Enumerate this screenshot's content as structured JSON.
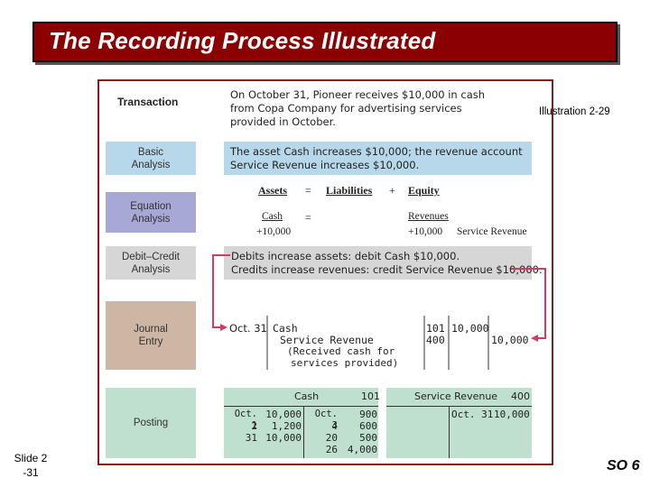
{
  "slide": {
    "title": "The Recording Process Illustrated",
    "illustration": "Illustration 2-29",
    "slide_number": "Slide 2\n-31",
    "so": "SO 6"
  },
  "transaction": {
    "label": "Transaction",
    "text": "On October 31, Pioneer receives $10,000 in cash from Copa Company for advertising services provided in October."
  },
  "basic": {
    "label": "Basic\nAnalysis",
    "line1": "The asset Cash increases $10,000; the revenue account",
    "line2": "Service Revenue increases $10,000."
  },
  "equation": {
    "label": "Equation\nAnalysis",
    "assets": "Assets",
    "eq": "=",
    "liabilities": "Liabilities",
    "plus": "+",
    "equity": "Equity",
    "cash": "Cash",
    "eq2": "=",
    "revenues": "Revenues",
    "cash_amt": "+10,000",
    "rev_amt": "+10,000",
    "service_revenue": "Service Revenue"
  },
  "debit_credit": {
    "label": "Debit–Credit\nAnalysis",
    "line1": "Debits increase assets: debit Cash $10,000.",
    "line2": "Credits increase revenues: credit Service Revenue $10,000."
  },
  "journal": {
    "label": "Journal\nEntry",
    "date": "Oct. 31",
    "debit_account": "Cash",
    "credit_account": "Service Revenue",
    "expl1": "(Received cash for",
    "expl2": "services provided)",
    "ref1": "101",
    "ref2": "400",
    "debit_amt": "10,000",
    "credit_amt": "10,000"
  },
  "posting": {
    "label": "Posting",
    "cash_title": "Cash",
    "cash_no": "101",
    "cash_left": [
      {
        "date": "Oct. 1",
        "amt": "10,000"
      },
      {
        "date": "2",
        "amt": "1,200"
      },
      {
        "date": "31",
        "amt": "10,000"
      }
    ],
    "cash_right": [
      {
        "date": "Oct. 3",
        "amt": "900"
      },
      {
        "date": "4",
        "amt": "600"
      },
      {
        "date": "20",
        "amt": "500"
      },
      {
        "date": "26",
        "amt": "4,000"
      }
    ],
    "sr_title": "Service Revenue",
    "sr_no": "400",
    "sr_date": "Oct. 31",
    "sr_amt": "10,000"
  },
  "colors": {
    "title_bg": "#8b0000",
    "basic": "#b7d7ea",
    "equation": "#a8a8d6",
    "debit_credit": "#d6d6d6",
    "journal": "#cdb6a4",
    "posting": "#bfe0cf",
    "arrow": "#d63a5f"
  }
}
